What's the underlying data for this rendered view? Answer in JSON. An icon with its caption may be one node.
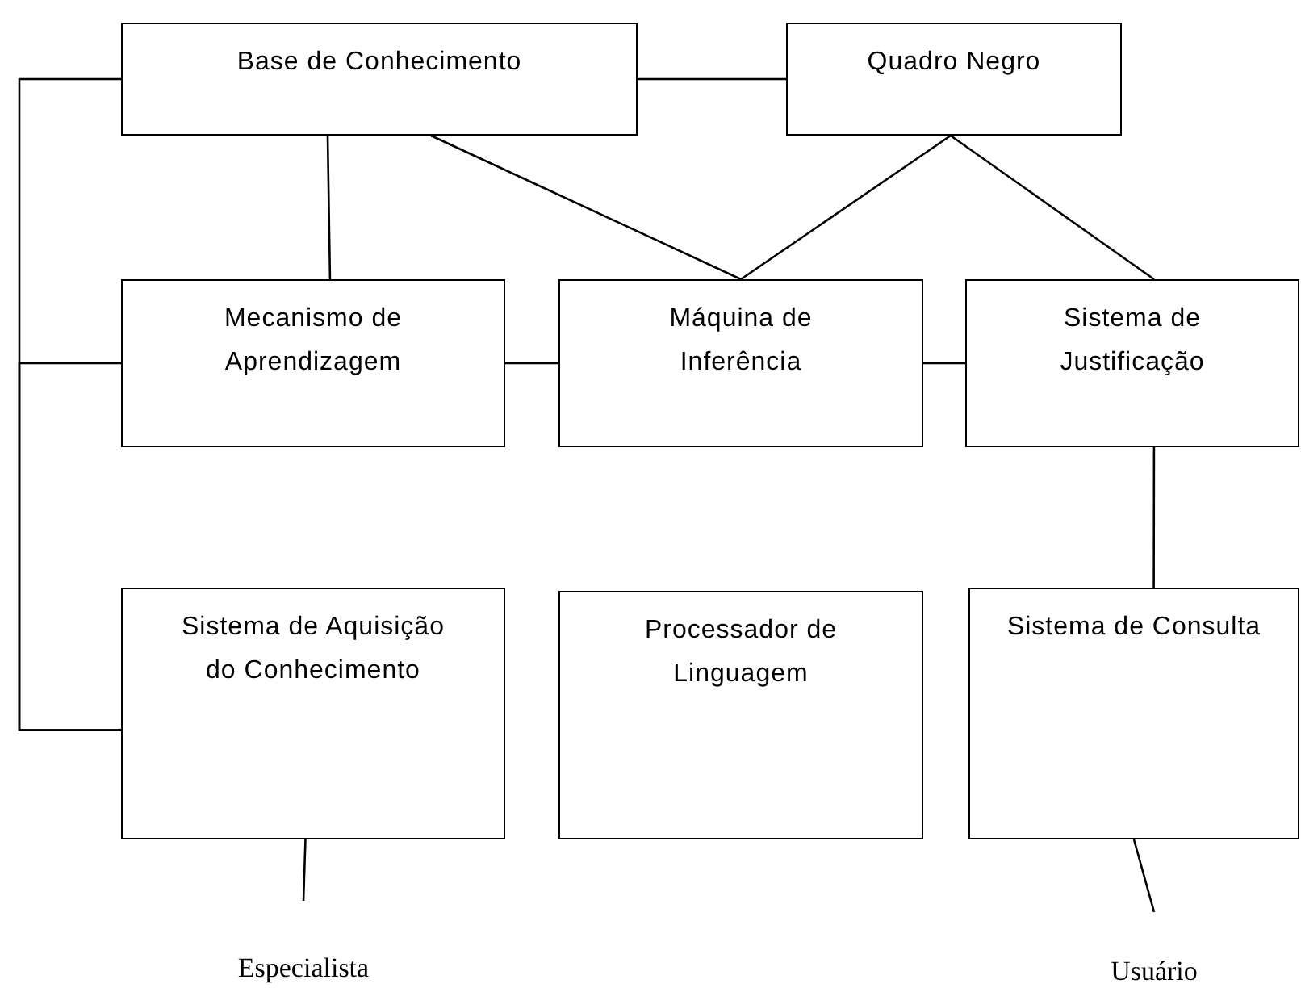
{
  "diagram": {
    "nodes": [
      {
        "text": [
          "Base de Conhecimento"
        ]
      },
      {
        "text": [
          "Quadro Negro"
        ]
      },
      {
        "text": [
          "Mecanismo de Aprendizagem"
        ]
      },
      {
        "text": [
          "Máquina de Inferência"
        ]
      },
      {
        "text": [
          "Sistema de Justificação"
        ]
      },
      {
        "text": [
          "Sistema de Aquisição do Conhecimento"
        ]
      },
      {
        "text": [
          "Processador de Linguagem"
        ]
      },
      {
        "text": [
          "Sistema de Consulta"
        ]
      },
      {
        "text": [
          "Especialista"
        ]
      },
      {
        "text": [
          "Usuário"
        ]
      }
    ],
    "edges": [
      {
        "from": 0,
        "to": 1,
        "arrow": "none"
      },
      {
        "from": 0,
        "to": 2,
        "arrow": "none"
      },
      {
        "from": 0,
        "to": 3,
        "arrow": "none"
      },
      {
        "from": 1,
        "to": 3,
        "arrow": "none"
      },
      {
        "from": 1,
        "to": 4,
        "arrow": "none"
      },
      {
        "from": 2,
        "to": 3,
        "arrow": "none"
      },
      {
        "from": 3,
        "to": 4,
        "arrow": "none"
      },
      {
        "from": 4,
        "to": 7,
        "arrow": "none"
      },
      {
        "from": 0,
        "to": 5,
        "arrow": "none"
      },
      {
        "from": 2,
        "to": 5,
        "arrow": "none"
      },
      {
        "from": 5,
        "to": 8,
        "arrow": "none"
      },
      {
        "from": 7,
        "to": 9,
        "arrow": "none"
      }
    ]
  }
}
